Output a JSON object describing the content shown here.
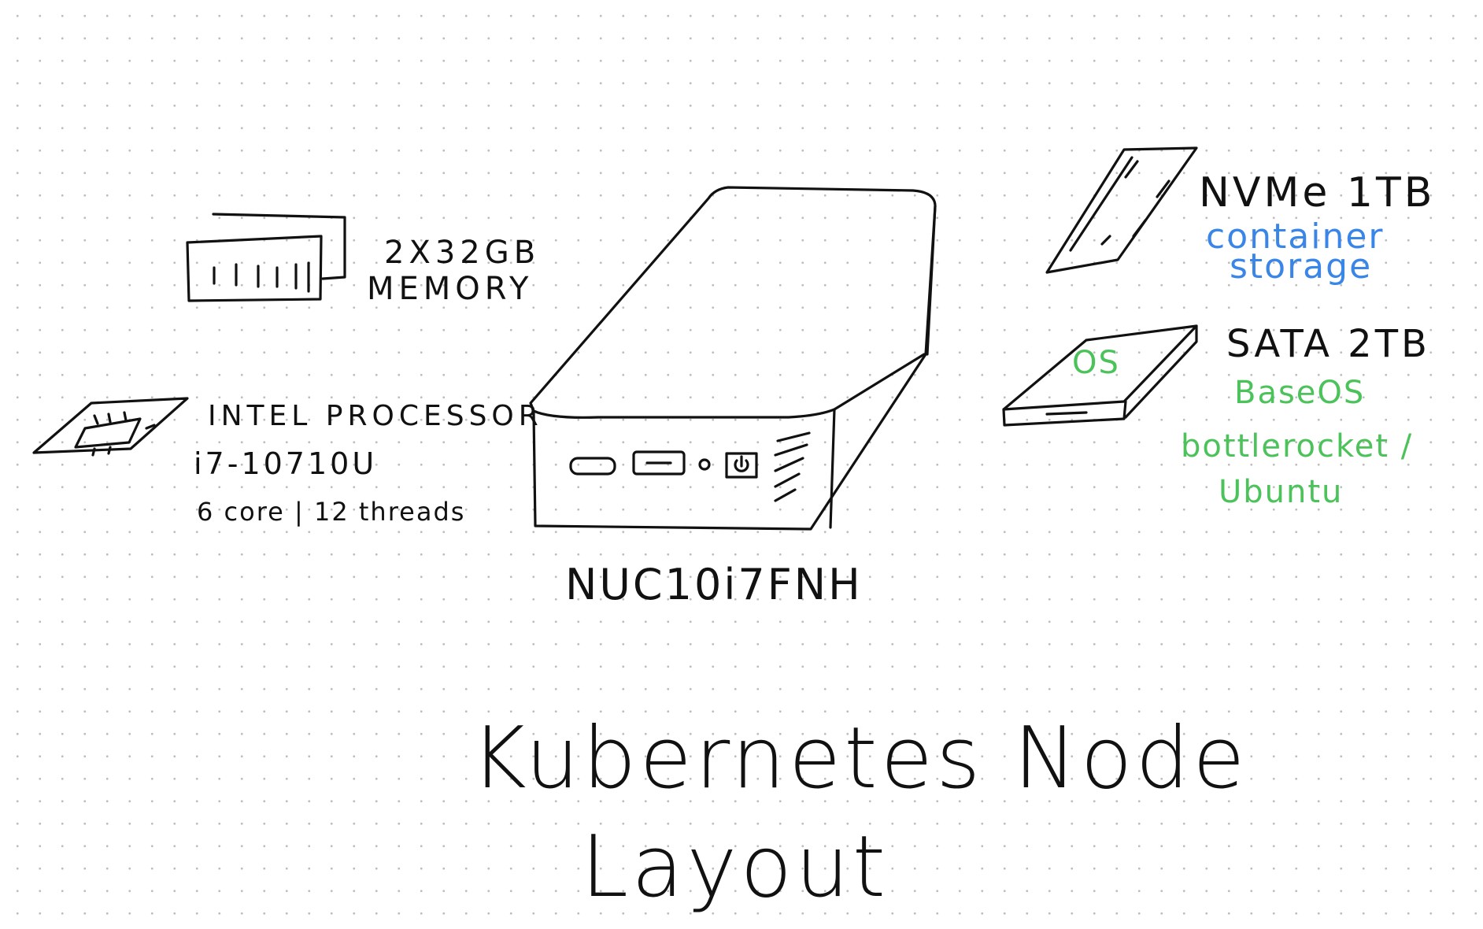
{
  "memory": {
    "line1": "2X32GB",
    "line2": "MEMORY"
  },
  "processor": {
    "line1": "INTEL PROCESSOR",
    "line2": "i7-10710U",
    "line3": "6 core | 12 threads"
  },
  "device": {
    "model": "NUC10i7FNH"
  },
  "nvme": {
    "title": "NVMe 1TB",
    "line1": "container",
    "line2": "storage"
  },
  "sata": {
    "title": "SATA 2TB",
    "line1": "BaseOS",
    "line2": "bottlerocket /",
    "line3": "Ubuntu",
    "disk_label": "OS"
  },
  "title": {
    "line1": "Kubernetes Node",
    "line2": "Layout"
  },
  "colors": {
    "ink": "#111111",
    "blue": "#3a86e8",
    "green": "#4cc25a",
    "dots": "#bdbdbd"
  }
}
